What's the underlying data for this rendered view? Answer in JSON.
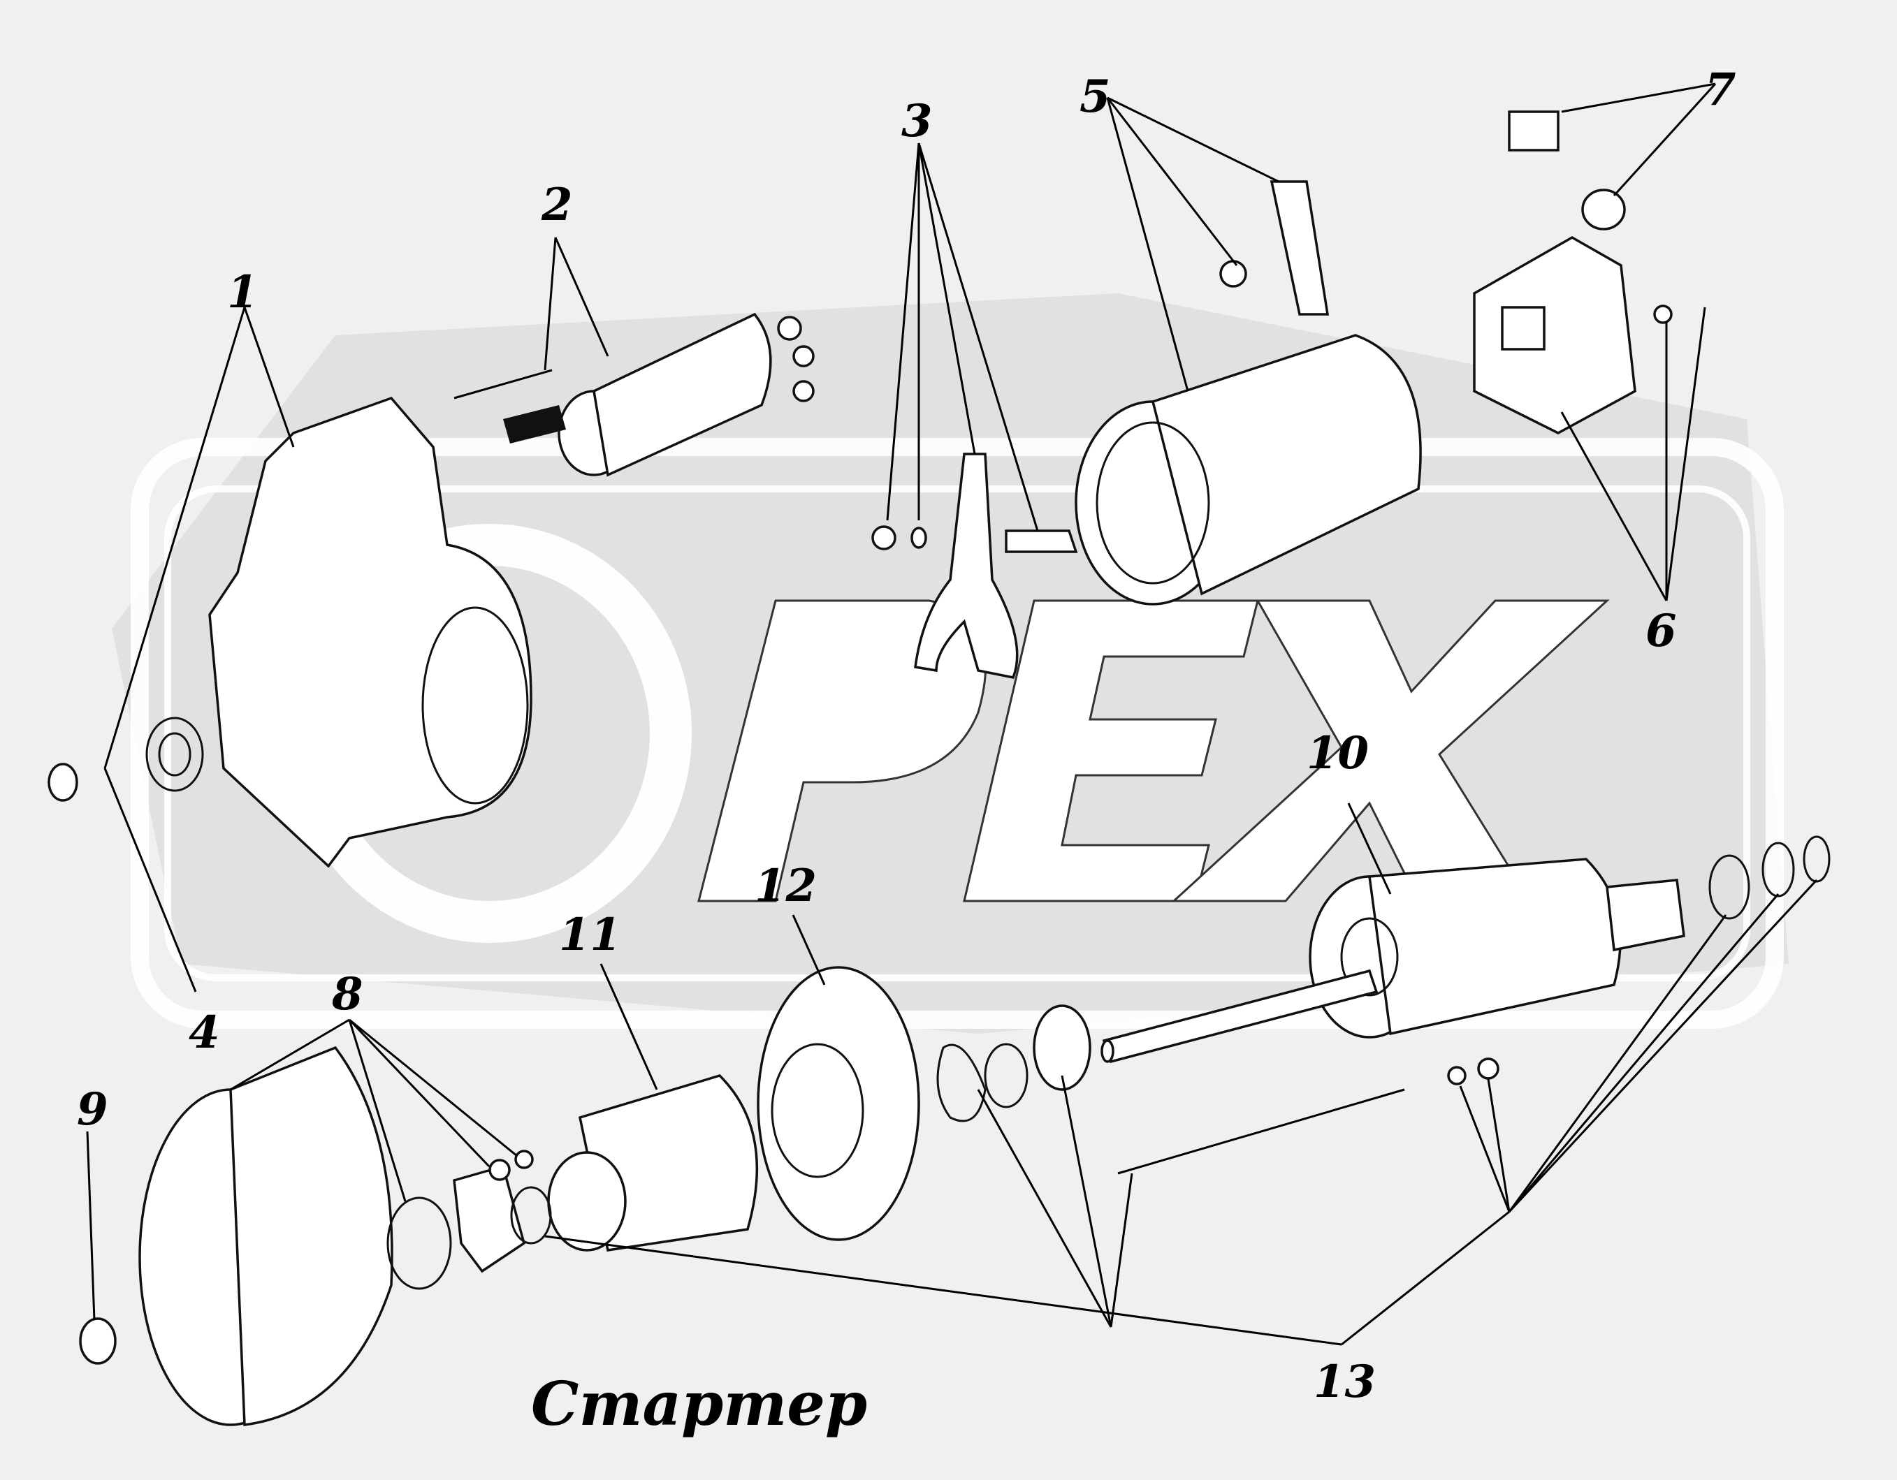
{
  "title": "Стартер",
  "watermark": "OPEX",
  "callouts": [
    {
      "id": "1",
      "text": "1"
    },
    {
      "id": "2",
      "text": "2"
    },
    {
      "id": "3",
      "text": "3"
    },
    {
      "id": "4",
      "text": "4"
    },
    {
      "id": "5",
      "text": "5"
    },
    {
      "id": "6",
      "text": "6"
    },
    {
      "id": "7",
      "text": "7"
    },
    {
      "id": "8",
      "text": "8"
    },
    {
      "id": "9",
      "text": "9"
    },
    {
      "id": "10",
      "text": "10"
    },
    {
      "id": "11",
      "text": "11"
    },
    {
      "id": "12",
      "text": "12"
    },
    {
      "id": "13",
      "text": "13"
    }
  ],
  "colors": {
    "background": "#f0f0ee",
    "watermark_fill": "#d4d4d2",
    "line": "#000000"
  }
}
